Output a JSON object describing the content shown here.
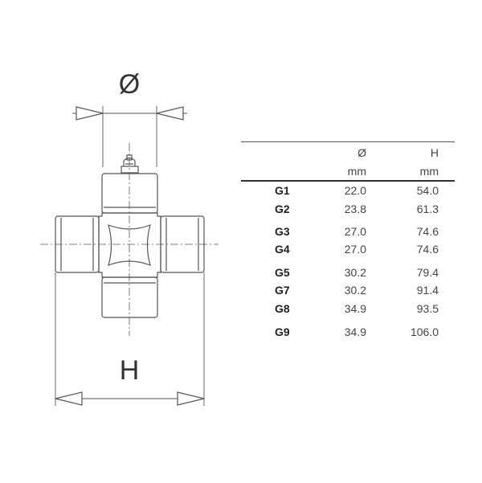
{
  "drawing": {
    "diameter_label": "Ø",
    "height_label": "H"
  },
  "table": {
    "headers": {
      "d_symbol": "Ø",
      "d_unit": "mm",
      "h_symbol": "H",
      "h_unit": "mm"
    },
    "rows": [
      {
        "code": "G1",
        "d": "22.0",
        "h": "54.0"
      },
      {
        "code": "G2",
        "d": "23.8",
        "h": "61.3"
      },
      {
        "code": "G3",
        "d": "27.0",
        "h": "74.6"
      },
      {
        "code": "G4",
        "d": "27.0",
        "h": "74.6"
      },
      {
        "code": "G5",
        "d": "30.2",
        "h": "79.4"
      },
      {
        "code": "G7",
        "d": "30.2",
        "h": "91.4"
      },
      {
        "code": "G8",
        "d": "34.9",
        "h": "93.5"
      },
      {
        "code": "G9",
        "d": "34.9",
        "h": "106.0"
      }
    ]
  }
}
